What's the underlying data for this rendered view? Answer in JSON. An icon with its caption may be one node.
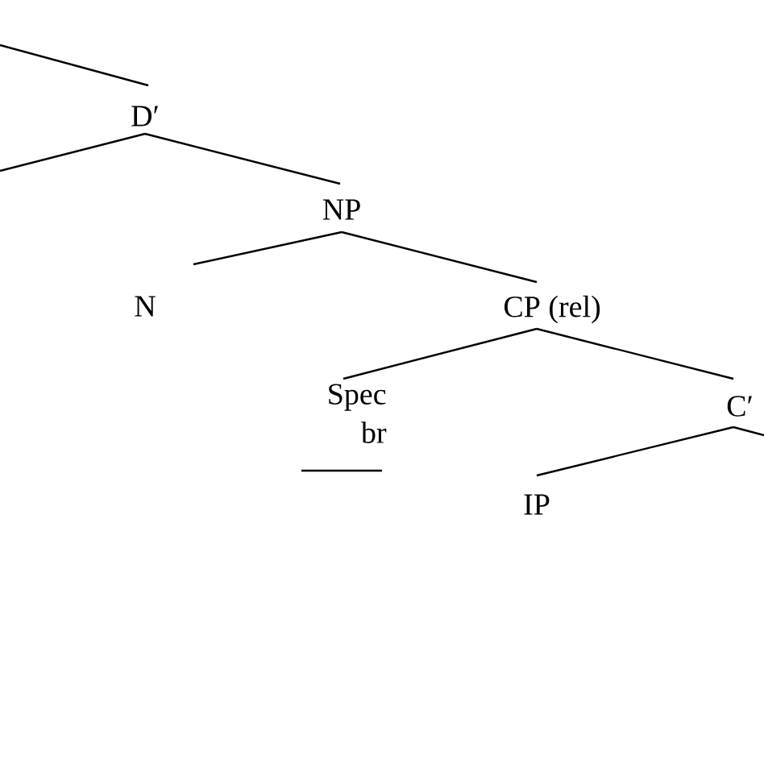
{
  "diagram": {
    "nodes": [
      {
        "text": [
          "D′"
        ]
      },
      {
        "text": [
          "NP"
        ]
      },
      {
        "text": [
          "N"
        ]
      },
      {
        "text": [
          "CP (rel)"
        ]
      },
      {
        "text": [
          "Spec",
          "br"
        ]
      },
      {
        "text": [
          "C′"
        ]
      },
      {
        "text": [
          "IP"
        ]
      }
    ],
    "edges": [
      {
        "from": null,
        "to": 0,
        "arrow": "none"
      },
      {
        "from": 0,
        "to": null,
        "arrow": "none"
      },
      {
        "from": 0,
        "to": 1,
        "arrow": "none"
      },
      {
        "from": 1,
        "to": 2,
        "arrow": "none"
      },
      {
        "from": 1,
        "to": 3,
        "arrow": "none"
      },
      {
        "from": 3,
        "to": 4,
        "arrow": "none"
      },
      {
        "from": 3,
        "to": 5,
        "arrow": "none"
      },
      {
        "from": 5,
        "to": 6,
        "arrow": "none"
      },
      {
        "from": 5,
        "to": null,
        "arrow": "none"
      }
    ]
  }
}
